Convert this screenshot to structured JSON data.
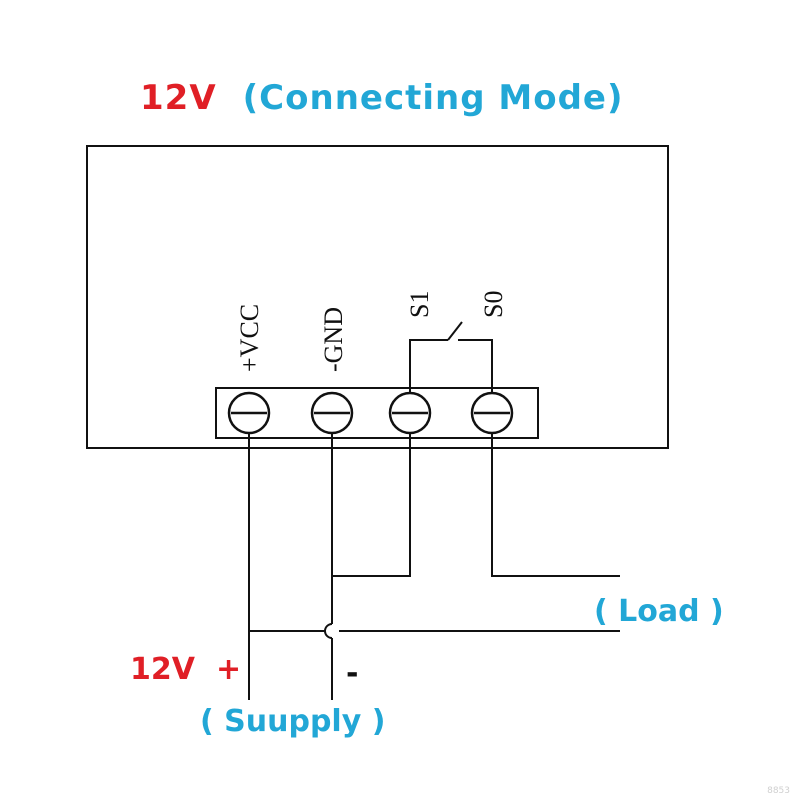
{
  "title": {
    "voltage": "12V",
    "mode": "(Connecting Mode)"
  },
  "terminals": [
    "+VCC",
    "-GND",
    "S1",
    "S0"
  ],
  "load_label": "( Load )",
  "supply": {
    "voltage": "12V",
    "plus": "+",
    "minus": "-",
    "label": "( Suupply )"
  },
  "colors": {
    "red": "#e01f26",
    "cyan": "#22a7d6",
    "line": "#111111"
  },
  "watermark": "8853"
}
